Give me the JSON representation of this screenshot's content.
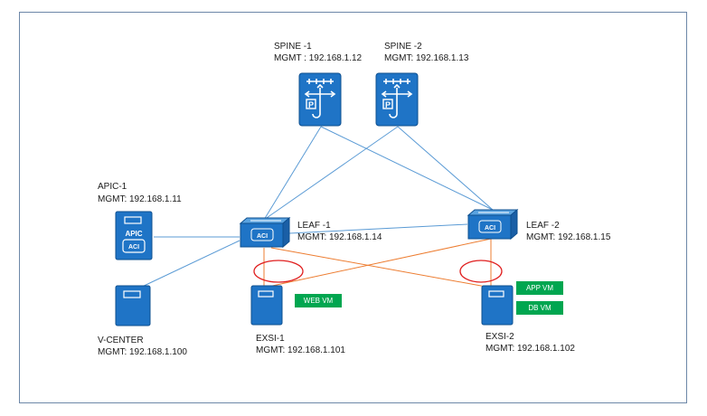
{
  "spine1": {
    "name": "SPINE -1",
    "mgmt": "MGMT : 192.168.1.12"
  },
  "spine2": {
    "name": "SPINE -2",
    "mgmt": "MGMT: 192.168.1.13"
  },
  "apic": {
    "name": "APIC-1",
    "mgmt": "MGMT: 192.168.1.11",
    "badge": "APIC",
    "aci": "ACI"
  },
  "leaf1": {
    "name": "LEAF -1",
    "mgmt": "MGMT: 192.168.1.14",
    "aci": "ACI"
  },
  "leaf2": {
    "name": "LEAF -2",
    "mgmt": "MGMT: 192.168.1.15",
    "aci": "ACI"
  },
  "vcenter": {
    "name": "V-CENTER",
    "mgmt": "MGMT: 192.168.1.100"
  },
  "exsi1": {
    "name": "EXSI-1",
    "mgmt": "MGMT:  192.168.1.101",
    "vm": "WEB VM"
  },
  "exsi2": {
    "name": "EXSI-2",
    "mgmt": "MGMT: 192.168.1.102",
    "vm1": "APP VM",
    "vm2": "DB VM"
  },
  "colors": {
    "device": "#1f74c6",
    "link": "#5b9bd5",
    "esxi_link": "#ed7d31",
    "vpc_ring": "#e02020",
    "vm": "#00a650"
  }
}
